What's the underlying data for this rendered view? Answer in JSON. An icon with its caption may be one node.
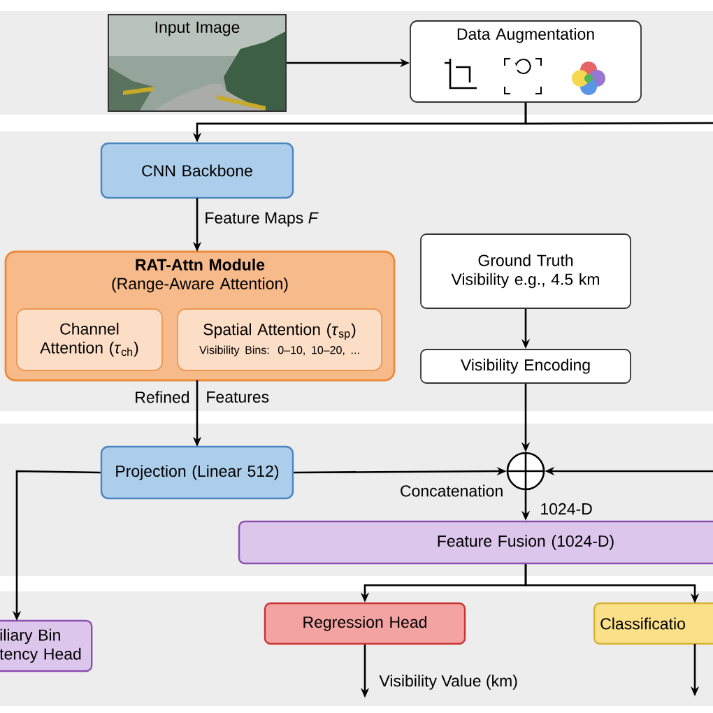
{
  "diagram": {
    "nodes": [
      {
        "text": [
          "Input Image"
        ]
      },
      {
        "text": [
          "Data Augmentation"
        ]
      },
      {
        "text": [
          "CNN Backbone"
        ]
      },
      {
        "text": [
          "RAT-Attn Module",
          "(Range-Aware Attention)"
        ]
      },
      {
        "text": [
          "Channel Attention (*τ*$_{ch}$)"
        ],
        "in": 3
      },
      {
        "text": [
          "Spatial Attention (*τ*$_{sp}$)",
          "Visibility Bins: 0–10, 10–20, ..."
        ],
        "in": 3
      },
      {
        "text": [
          "Ground Truth Visibility e.g., 4.5 km"
        ]
      },
      {
        "text": [
          "Visibility Encoding"
        ]
      },
      {
        "text": [
          "Projection (Linear 512)"
        ]
      },
      {
        "text": [],
        "shape": "circle",
        "beside": [
          "Concatenation"
        ]
      },
      {
        "text": [
          "Feature Fusion (1024-D)"
        ]
      },
      {
        "text": [
          "iliary Bin tency Head"
        ]
      },
      {
        "text": [
          "Regression Head"
        ]
      },
      {
        "text": [
          "Classificatio"
        ]
      }
    ],
    "edges": [
      {
        "from": 0,
        "to": 1,
        "arrow": "to"
      },
      {
        "from": 1,
        "to": 2,
        "arrow": "to"
      },
      {
        "from": 2,
        "to": 3,
        "arrow": "to",
        "label": "Feature Maps *F*"
      },
      {
        "from": 3,
        "to": 8,
        "arrow": "to"
      },
      {
        "from": 6,
        "to": 7,
        "arrow": "to"
      },
      {
        "from": 7,
        "to": 9,
        "arrow": "to"
      },
      {
        "from": 8,
        "to": 9,
        "arrow": "to"
      },
      {
        "from": 9,
        "to": 10,
        "arrow": "to",
        "label": "1024-D"
      },
      {
        "from": 8,
        "to": 11,
        "arrow": "to"
      },
      {
        "from": 10,
        "to": 12,
        "arrow": "to"
      },
      {
        "from": 10,
        "to": 13,
        "arrow": "to"
      },
      {
        "from": 12,
        "to": null,
        "arrow": "to",
        "label": "Visibility Value (km)"
      },
      {
        "from": 13,
        "to": null,
        "arrow": "to"
      },
      {
        "from": 1,
        "to": null,
        "arrow": "none"
      },
      {
        "from": null,
        "to": 9,
        "arrow": "to"
      }
    ],
    "labels": [
      "Refined",
      "Features"
    ]
  }
}
